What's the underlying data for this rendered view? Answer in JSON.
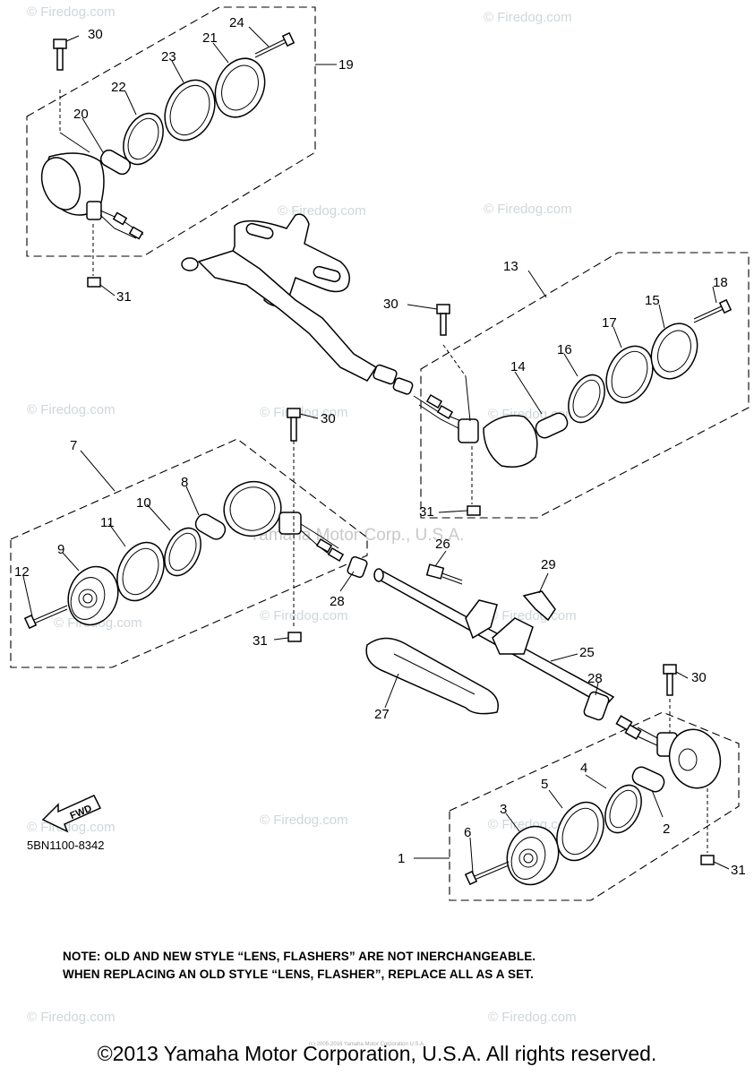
{
  "watermark": {
    "site": "© Firedog.com",
    "publisher": "Yamaha Motor Corp., U.S.A."
  },
  "diagram_code": "5BN1100-8342",
  "fwd_label": "FWD",
  "callouts": {
    "p1": "1",
    "p2": "2",
    "p3": "3",
    "p4": "4",
    "p5": "5",
    "p6": "6",
    "p7": "7",
    "p8": "8",
    "p9": "9",
    "p10": "10",
    "p11": "11",
    "p12": "12",
    "p13": "13",
    "p14": "14",
    "p15": "15",
    "p16": "16",
    "p17": "17",
    "p18": "18",
    "p19": "19",
    "p20": "20",
    "p21": "21",
    "p22": "22",
    "p23": "23",
    "p24": "24",
    "p25": "25",
    "p26": "26",
    "p27": "27",
    "p28": "28",
    "p29": "29",
    "p30": "30",
    "p31": "31"
  },
  "note": {
    "line1": "NOTE: OLD AND NEW STYLE “LENS, FLASHERS”  ARE NOT INERCHANGEABLE.",
    "line2": "WHEN REPLACING AN OLD STYLE “LENS, FLASHER”, REPLACE ALL AS A SET."
  },
  "copyright": "©2013 Yamaha Motor Corporation, U.S.A. All rights reserved.",
  "tiny_credit": "(c) 2005-2016 Yamaha Motor Corporation U.S.A."
}
